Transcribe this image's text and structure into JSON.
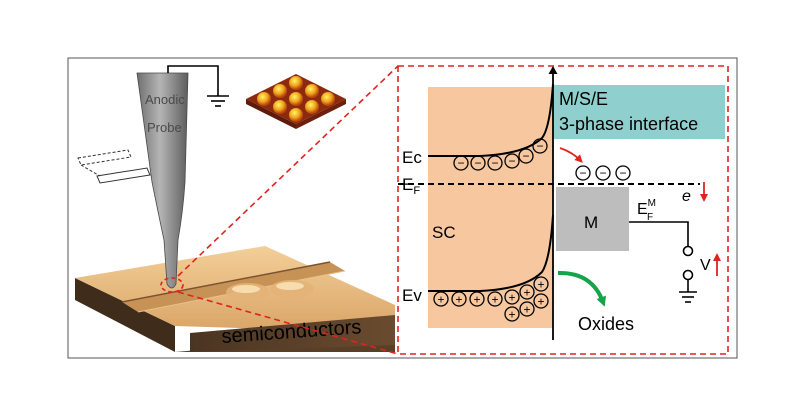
{
  "probe": {
    "word1": "Anodic",
    "word2": "Probe"
  },
  "substrate": {
    "label": "semiconductors"
  },
  "band": {
    "interface_line1": "M/S/E",
    "interface_line2": "3-phase interface",
    "ec": "Ec",
    "ef": "E",
    "ef_sub": "F",
    "sc": "SC",
    "metal": "M",
    "efm": "E",
    "efm_sup": "M",
    "efm_sub": "F",
    "electron": "e",
    "voltage": "V",
    "ev": "Ev",
    "oxides": "Oxides",
    "minus_sign": "−",
    "plus_sign": "+"
  },
  "colors": {
    "sc_fill": "#f7c8a0",
    "interface_fill": "#8fd0cf",
    "metal_fill": "#bdbdbd",
    "dashed_red": "#e0231f",
    "arrow_green": "#16a34a",
    "probe_gray": "#8a8a8a"
  }
}
